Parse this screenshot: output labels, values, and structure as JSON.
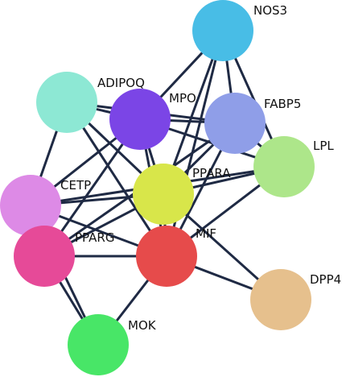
{
  "nodes": [
    {
      "id": "NOS3",
      "label": "NOS3",
      "color": "#48bde6"
    },
    {
      "id": "ADIPOQ",
      "label": "ADIPOQ",
      "color": "#8de8d4"
    },
    {
      "id": "MPO",
      "label": "MPO",
      "color": "#7b45e6"
    },
    {
      "id": "FABP5",
      "label": "FABP5",
      "color": "#8f9ee8"
    },
    {
      "id": "LPL",
      "label": "LPL",
      "color": "#ade68a"
    },
    {
      "id": "CETP",
      "label": "CETP",
      "color": "#dd8ae6"
    },
    {
      "id": "PPARA",
      "label": "PPARA",
      "color": "#d8e64a"
    },
    {
      "id": "PPARG",
      "label": "PPARG",
      "color": "#e64a98"
    },
    {
      "id": "MIF",
      "label": "MIF",
      "color": "#e64b4b"
    },
    {
      "id": "DPP4",
      "label": "DPP4",
      "color": "#e6c08d"
    },
    {
      "id": "MOK",
      "label": "MOK",
      "color": "#48e667"
    }
  ],
  "edges": [
    [
      "NOS3",
      "MPO"
    ],
    [
      "NOS3",
      "FABP5"
    ],
    [
      "NOS3",
      "LPL"
    ],
    [
      "NOS3",
      "PPARA"
    ],
    [
      "NOS3",
      "MIF"
    ],
    [
      "ADIPOQ",
      "MPO"
    ],
    [
      "ADIPOQ",
      "FABP5"
    ],
    [
      "ADIPOQ",
      "CETP"
    ],
    [
      "ADIPOQ",
      "PPARA"
    ],
    [
      "ADIPOQ",
      "MIF"
    ],
    [
      "MPO",
      "FABP5"
    ],
    [
      "MPO",
      "LPL"
    ],
    [
      "MPO",
      "CETP"
    ],
    [
      "MPO",
      "PPARA"
    ],
    [
      "MPO",
      "PPARG"
    ],
    [
      "MPO",
      "MIF"
    ],
    [
      "FABP5",
      "LPL"
    ],
    [
      "FABP5",
      "PPARA"
    ],
    [
      "FABP5",
      "MIF"
    ],
    [
      "FABP5",
      "PPARG"
    ],
    [
      "LPL",
      "PPARA"
    ],
    [
      "LPL",
      "CETP"
    ],
    [
      "LPL",
      "MIF"
    ],
    [
      "CETP",
      "PPARA"
    ],
    [
      "CETP",
      "MIF"
    ],
    [
      "CETP",
      "MOK"
    ],
    [
      "PPARA",
      "PPARG"
    ],
    [
      "PPARA",
      "MIF"
    ],
    [
      "PPARA",
      "DPP4"
    ],
    [
      "PPARG",
      "MIF"
    ],
    [
      "PPARG",
      "MOK"
    ],
    [
      "MIF",
      "MOK"
    ],
    [
      "MIF",
      "DPP4"
    ]
  ]
}
